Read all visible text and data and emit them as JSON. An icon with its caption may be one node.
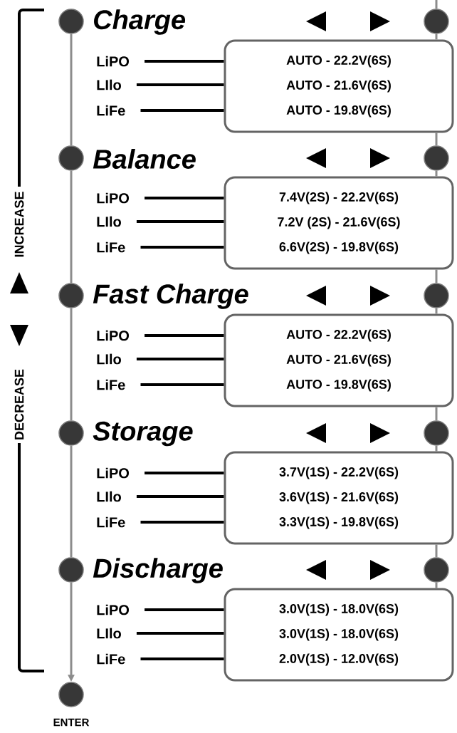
{
  "diagram": {
    "nodes": [
      {
        "text": [],
        "shape": "circle",
        "beside": [
          "Charge"
        ]
      },
      {
        "text": [],
        "shape": "circle"
      },
      {
        "text": [
          "AUTO - 22.2V(6S)",
          "AUTO - 21.6V(6S)",
          "AUTO - 19.8V(6S)"
        ]
      },
      {
        "text": [
          "LiPO"
        ]
      },
      {
        "text": [
          "LIlo"
        ]
      },
      {
        "text": [
          "LiFe"
        ]
      },
      {
        "text": [],
        "shape": "circle",
        "beside": [
          "Balance"
        ]
      },
      {
        "text": [],
        "shape": "circle"
      },
      {
        "text": [
          "7.4V(2S) - 22.2V(6S)",
          "7.2V (2S) - 21.6V(6S)",
          "6.6V(2S) - 19.8V(6S)"
        ]
      },
      {
        "text": [
          "LiPO"
        ]
      },
      {
        "text": [
          "LIlo"
        ]
      },
      {
        "text": [
          "LiFe"
        ]
      },
      {
        "text": [],
        "shape": "circle",
        "beside": [
          "Fast Charge"
        ]
      },
      {
        "text": [],
        "shape": "circle"
      },
      {
        "text": [
          "AUTO - 22.2V(6S)",
          "AUTO - 21.6V(6S)",
          "AUTO - 19.8V(6S)"
        ]
      },
      {
        "text": [
          "LiPO"
        ]
      },
      {
        "text": [
          "LIlo"
        ]
      },
      {
        "text": [
          "LiFe"
        ]
      },
      {
        "text": [],
        "shape": "circle",
        "beside": [
          "Storage"
        ]
      },
      {
        "text": [],
        "shape": "circle"
      },
      {
        "text": [
          "3.7V(1S) - 22.2V(6S)",
          "3.6V(1S) - 21.6V(6S)",
          "3.3V(1S) - 19.8V(6S)"
        ]
      },
      {
        "text": [
          "LiPO"
        ]
      },
      {
        "text": [
          "LIlo"
        ]
      },
      {
        "text": [
          "LiFe"
        ]
      },
      {
        "text": [],
        "shape": "circle",
        "beside": [
          "Discharge"
        ]
      },
      {
        "text": [],
        "shape": "circle"
      },
      {
        "text": [
          "3.0V(1S) - 18.0V(6S)",
          "3.0V(1S) - 18.0V(6S)",
          "2.0V(1S) - 12.0V(6S)"
        ]
      },
      {
        "text": [
          "LiPO"
        ]
      },
      {
        "text": [
          "LIlo"
        ]
      },
      {
        "text": [
          "LiFe"
        ]
      },
      {
        "text": [],
        "shape": "circle",
        "beside": [
          "ENTER"
        ]
      }
    ],
    "edges": [
      {
        "from": 0,
        "to": 6,
        "arrow": "none",
        "color": "#8c8c8c"
      },
      {
        "from": 6,
        "to": 12,
        "arrow": "none",
        "color": "#8c8c8c"
      },
      {
        "from": 12,
        "to": 18,
        "arrow": "none",
        "color": "#8c8c8c"
      },
      {
        "from": 18,
        "to": 24,
        "arrow": "none",
        "color": "#8c8c8c"
      },
      {
        "from": 24,
        "to": 30,
        "arrow": "to",
        "color": "#8c8c8c"
      },
      {
        "from": 1,
        "to": 2,
        "arrow": "none",
        "color": "#8c8c8c"
      },
      {
        "from": 2,
        "to": 7,
        "arrow": "none",
        "color": "#8c8c8c"
      },
      {
        "from": 7,
        "to": 8,
        "arrow": "none",
        "color": "#8c8c8c"
      },
      {
        "from": 8,
        "to": 13,
        "arrow": "none",
        "color": "#8c8c8c"
      },
      {
        "from": 13,
        "to": 14,
        "arrow": "none",
        "color": "#8c8c8c"
      },
      {
        "from": 14,
        "to": 19,
        "arrow": "none",
        "color": "#8c8c8c"
      },
      {
        "from": 19,
        "to": 20,
        "arrow": "none",
        "color": "#8c8c8c"
      },
      {
        "from": 20,
        "to": 25,
        "arrow": "none",
        "color": "#8c8c8c"
      },
      {
        "from": 25,
        "to": 26,
        "arrow": "none",
        "color": "#8c8c8c"
      },
      {
        "from": 3,
        "to": 2,
        "arrow": "none"
      },
      {
        "from": 4,
        "to": 2,
        "arrow": "none"
      },
      {
        "from": 5,
        "to": 2,
        "arrow": "none"
      },
      {
        "from": 9,
        "to": 8,
        "arrow": "none"
      },
      {
        "from": 10,
        "to": 8,
        "arrow": "none"
      },
      {
        "from": 11,
        "to": 8,
        "arrow": "none"
      },
      {
        "from": 15,
        "to": 14,
        "arrow": "none"
      },
      {
        "from": 16,
        "to": 14,
        "arrow": "none"
      },
      {
        "from": 17,
        "to": 14,
        "arrow": "none"
      },
      {
        "from": 21,
        "to": 20,
        "arrow": "none"
      },
      {
        "from": 22,
        "to": 20,
        "arrow": "none"
      },
      {
        "from": 23,
        "to": 20,
        "arrow": "none"
      },
      {
        "from": 27,
        "to": 26,
        "arrow": "none"
      },
      {
        "from": 28,
        "to": 26,
        "arrow": "none"
      },
      {
        "from": 29,
        "to": 26,
        "arrow": "none"
      }
    ],
    "labels": [
      "INCREASE",
      "DECREASE"
    ]
  }
}
